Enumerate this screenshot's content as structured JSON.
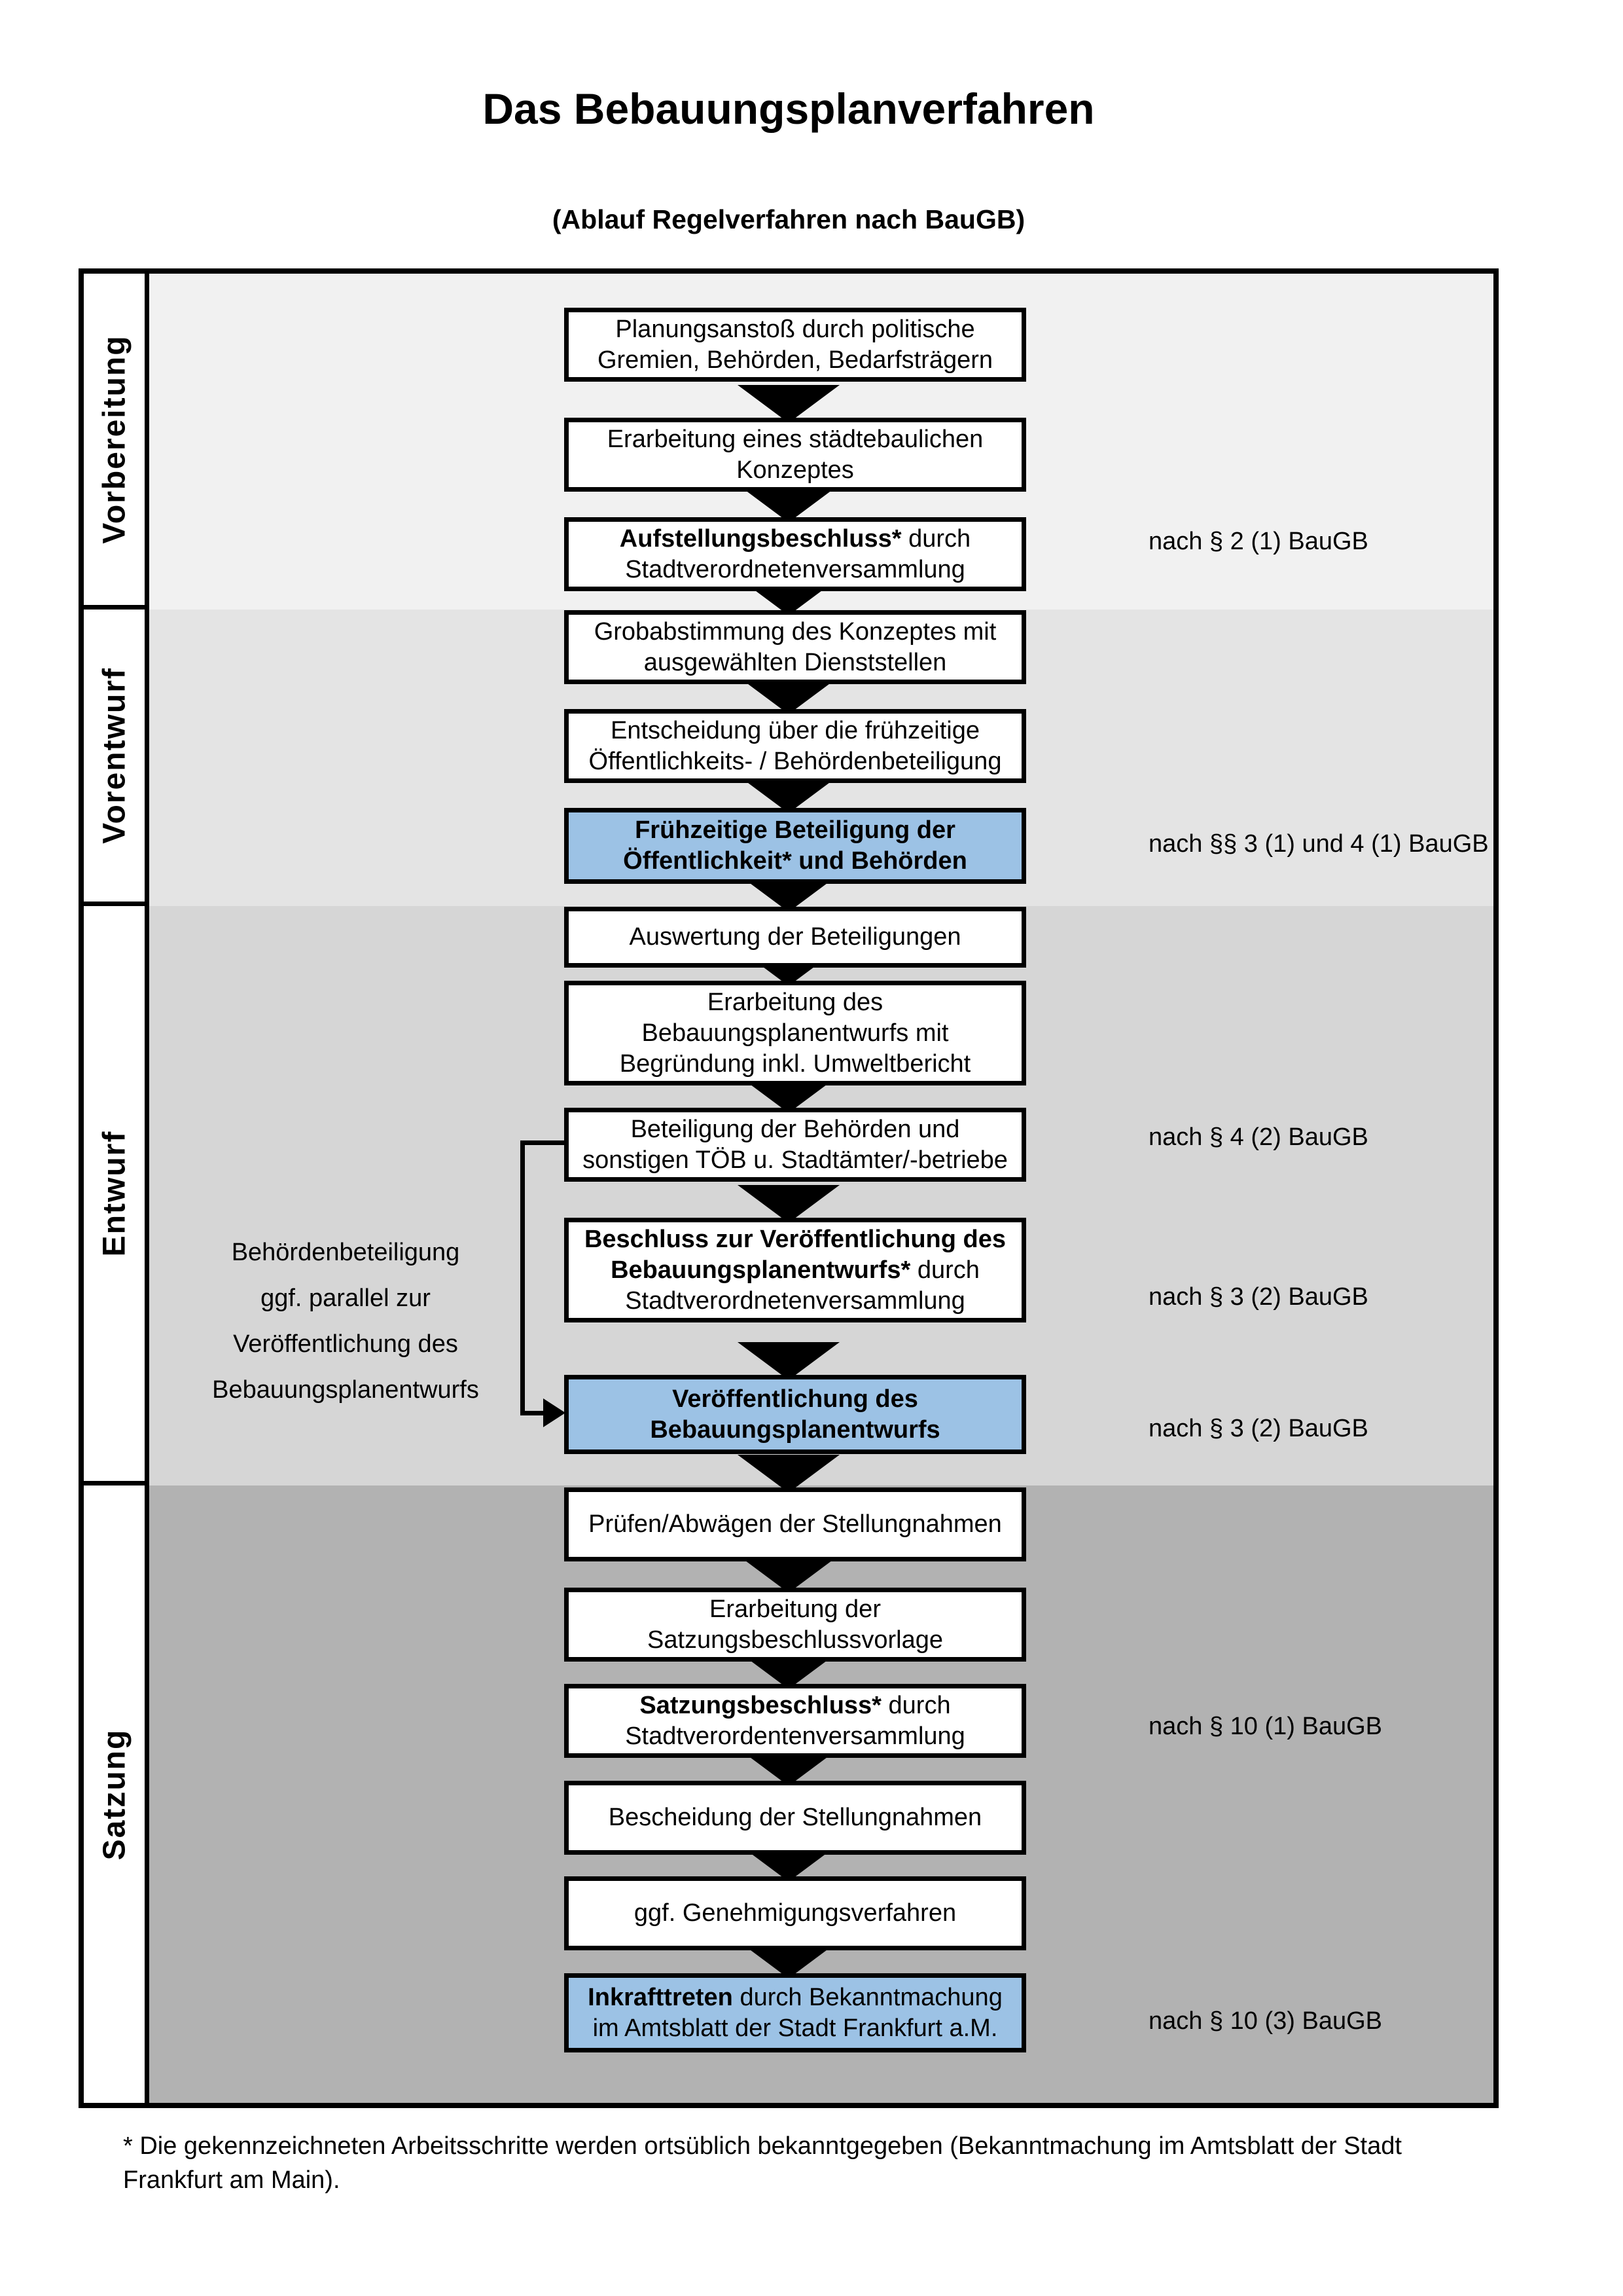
{
  "title": "Das Bebauungsplanverfahren",
  "subtitle": "(Ablauf Regelverfahren nach BauGB)",
  "colors": {
    "highlight_blue": "#9cc2e5",
    "section_backgrounds": [
      "#f1f1f1",
      "#e4e4e4",
      "#d6d6d6",
      "#b2b2b2"
    ],
    "line_black": "#000000"
  },
  "sections": [
    {
      "label": "Vorbereitung"
    },
    {
      "label": "Vorentwurf"
    },
    {
      "label": "Entwurf"
    },
    {
      "label": "Satzung"
    }
  ],
  "flow": {
    "boxes": [
      {
        "section": 0,
        "highlighted": false,
        "lines": [
          [
            {
              "b": false,
              "t": "Planungsanstoß durch politische"
            }
          ],
          [
            {
              "b": false,
              "t": "Gremien, Behörden, Bedarfsträgern"
            }
          ]
        ]
      },
      {
        "section": 0,
        "highlighted": false,
        "lines": [
          [
            {
              "b": false,
              "t": "Erarbeitung eines städtebaulichen"
            }
          ],
          [
            {
              "b": false,
              "t": "Konzeptes"
            }
          ]
        ]
      },
      {
        "section": 0,
        "highlighted": false,
        "lines": [
          [
            {
              "b": true,
              "t": "Aufstellungsbeschluss*"
            },
            {
              "b": false,
              "t": " durch"
            }
          ],
          [
            {
              "b": false,
              "t": "Stadtverordnetenversammlung"
            }
          ]
        ]
      },
      {
        "section": 1,
        "highlighted": false,
        "lines": [
          [
            {
              "b": false,
              "t": "Grobabstimmung des Konzeptes mit"
            }
          ],
          [
            {
              "b": false,
              "t": "ausgewählten Dienststellen"
            }
          ]
        ]
      },
      {
        "section": 1,
        "highlighted": false,
        "lines": [
          [
            {
              "b": false,
              "t": "Entscheidung über die frühzeitige"
            }
          ],
          [
            {
              "b": false,
              "t": "Öffentlichkeits- / Behördenbeteiligung"
            }
          ]
        ]
      },
      {
        "section": 1,
        "highlighted": true,
        "lines": [
          [
            {
              "b": true,
              "t": "Frühzeitige Beteiligung der"
            }
          ],
          [
            {
              "b": true,
              "t": "Öffentlichkeit* und Behörden"
            }
          ]
        ]
      },
      {
        "section": 2,
        "highlighted": false,
        "lines": [
          [
            {
              "b": false,
              "t": "Auswertung der Beteiligungen"
            }
          ]
        ]
      },
      {
        "section": 2,
        "highlighted": false,
        "lines": [
          [
            {
              "b": false,
              "t": "Erarbeitung des"
            }
          ],
          [
            {
              "b": false,
              "t": "Bebauungsplanentwurfs mit"
            }
          ],
          [
            {
              "b": false,
              "t": "Begründung inkl. Umweltbericht"
            }
          ]
        ]
      },
      {
        "section": 2,
        "highlighted": false,
        "lines": [
          [
            {
              "b": false,
              "t": "Beteiligung der Behörden und"
            }
          ],
          [
            {
              "b": false,
              "t": "sonstigen TÖB u. Stadtämter/-betriebe"
            }
          ]
        ]
      },
      {
        "section": 2,
        "highlighted": false,
        "lines": [
          [
            {
              "b": true,
              "t": "Beschluss zur Veröffentlichung des"
            }
          ],
          [
            {
              "b": true,
              "t": "Bebauungsplanentwurfs*"
            },
            {
              "b": false,
              "t": " durch"
            }
          ],
          [
            {
              "b": false,
              "t": "Stadtverordnetenversammlung"
            }
          ]
        ]
      },
      {
        "section": 2,
        "highlighted": true,
        "lines": [
          [
            {
              "b": true,
              "t": "Veröffentlichung des"
            }
          ],
          [
            {
              "b": true,
              "t": "Bebauungsplanentwurfs"
            }
          ]
        ]
      },
      {
        "section": 3,
        "highlighted": false,
        "lines": [
          [
            {
              "b": false,
              "t": "Prüfen/Abwägen der Stellungnahmen"
            }
          ]
        ]
      },
      {
        "section": 3,
        "highlighted": false,
        "lines": [
          [
            {
              "b": false,
              "t": "Erarbeitung der"
            }
          ],
          [
            {
              "b": false,
              "t": "Satzungsbeschlussvorlage"
            }
          ]
        ]
      },
      {
        "section": 3,
        "highlighted": false,
        "lines": [
          [
            {
              "b": true,
              "t": "Satzungsbeschluss*"
            },
            {
              "b": false,
              "t": " durch"
            }
          ],
          [
            {
              "b": false,
              "t": "Stadtverordentenversammlung"
            }
          ]
        ]
      },
      {
        "section": 3,
        "highlighted": false,
        "lines": [
          [
            {
              "b": false,
              "t": "Bescheidung der Stellungnahmen"
            }
          ]
        ]
      },
      {
        "section": 3,
        "highlighted": false,
        "lines": [
          [
            {
              "b": false,
              "t": "ggf. Genehmigungsverfahren"
            }
          ]
        ]
      },
      {
        "section": 3,
        "highlighted": true,
        "lines": [
          [
            {
              "b": true,
              "t": "Inkrafttreten"
            },
            {
              "b": false,
              "t": " durch Bekanntmachung"
            }
          ],
          [
            {
              "b": false,
              "t": "im Amtsblatt der Stadt Frankfurt a.M."
            }
          ]
        ]
      }
    ]
  },
  "right_annotations": [
    {
      "text": "nach § 2 (1) BauGB"
    },
    {
      "text": "nach §§ 3 (1) und 4 (1) BauGB"
    },
    {
      "text": "nach § 4 (2) BauGB"
    },
    {
      "text": "nach § 3 (2) BauGB"
    },
    {
      "text": "nach § 3 (2) BauGB"
    },
    {
      "text": "nach § 10 (1) BauGB"
    },
    {
      "text": "nach § 10 (3) BauGB"
    }
  ],
  "side_note": {
    "lines": [
      "Behördenbeteiligung",
      "ggf. parallel zur",
      "Veröffentlichung des",
      "Bebauungsplanentwurfs"
    ]
  },
  "footnote": {
    "lines": [
      "* Die gekennzeichneten Arbeitsschritte werden ortsüblich bekanntgegeben (Bekanntmachung im Amtsblatt  der Stadt",
      "Frankfurt am Main)."
    ]
  }
}
